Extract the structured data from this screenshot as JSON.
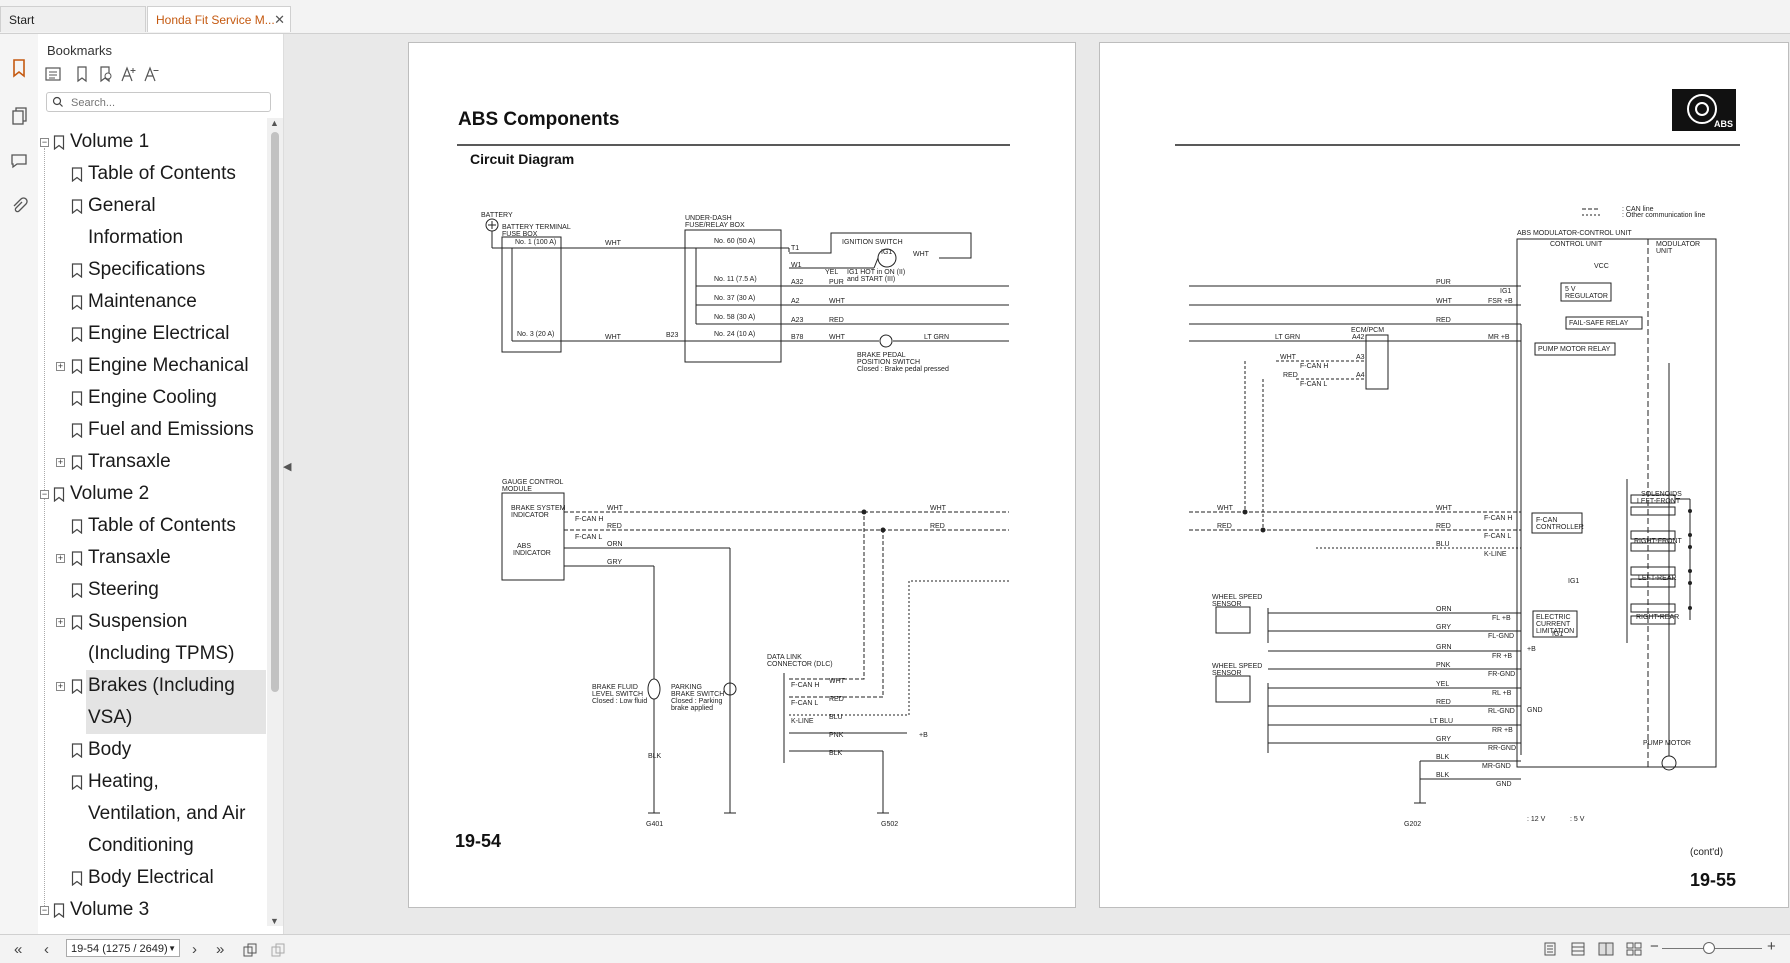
{
  "tabs": [
    {
      "label": "Start"
    },
    {
      "label": "Honda Fit Service M..."
    }
  ],
  "bookmarks": {
    "title": "Bookmarks",
    "search_placeholder": "Search...",
    "tree": [
      {
        "label": "Volume 1",
        "level": 0,
        "expander": "-"
      },
      {
        "label": "Table of Contents",
        "level": 1,
        "expander": ""
      },
      {
        "label": "General",
        "level": 1,
        "expander": ""
      },
      {
        "label": "Information",
        "level": 1,
        "continuation": true
      },
      {
        "label": "Specifications",
        "level": 1,
        "expander": ""
      },
      {
        "label": "Maintenance",
        "level": 1,
        "expander": ""
      },
      {
        "label": "Engine Electrical",
        "level": 1,
        "expander": ""
      },
      {
        "label": "Engine Mechanical",
        "level": 1,
        "expander": "+"
      },
      {
        "label": "Engine Cooling",
        "level": 1,
        "expander": ""
      },
      {
        "label": "Fuel and Emissions",
        "level": 1,
        "expander": ""
      },
      {
        "label": "Transaxle",
        "level": 1,
        "expander": "+"
      },
      {
        "label": "Volume 2",
        "level": 0,
        "expander": "-"
      },
      {
        "label": "Table of Contents",
        "level": 1,
        "expander": ""
      },
      {
        "label": "Transaxle",
        "level": 1,
        "expander": "+"
      },
      {
        "label": "Steering",
        "level": 1,
        "expander": ""
      },
      {
        "label": "Suspension",
        "level": 1,
        "expander": "+"
      },
      {
        "label": "(Including TPMS)",
        "level": 1,
        "continuation": true
      },
      {
        "label": "Brakes (Including",
        "level": 1,
        "expander": "+",
        "selected": true
      },
      {
        "label": "VSA)",
        "level": 1,
        "continuation": true,
        "selected": true
      },
      {
        "label": "Body",
        "level": 1,
        "expander": ""
      },
      {
        "label": "Heating,",
        "level": 1,
        "expander": ""
      },
      {
        "label": "Ventilation, and Air",
        "level": 1,
        "continuation": true
      },
      {
        "label": " Conditioning",
        "level": 1,
        "continuation": true
      },
      {
        "label": "Body Electrical",
        "level": 1,
        "expander": ""
      },
      {
        "label": "Volume 3",
        "level": 0,
        "expander": "-"
      }
    ]
  },
  "left_page": {
    "title": "ABS Components",
    "subtitle": "Circuit Diagram",
    "page_number": "19-54",
    "labels": {
      "battery": "BATTERY",
      "btfb1": "BATTERY TERMINAL",
      "btfb2": "FUSE BOX",
      "no1": "No. 1 (100 A)",
      "no3": "No. 3 (20 A)",
      "udrb1": "UNDER-DASH",
      "udrb2": "FUSE/RELAY BOX",
      "no60": "No. 60 (50 A)",
      "no11": "No. 11 (7.5 A)",
      "no37": "No. 37 (30 A)",
      "no58": "No. 58 (30 A)",
      "no24": "No. 24 (10 A)",
      "t1": "T1",
      "w1": "W1",
      "a32": "A32",
      "a2": "A2",
      "a23": "A23",
      "b78": "B78",
      "b23": "B23",
      "ign": "IGNITION SWITCH",
      "ig1": "IG1",
      "ign_note1": "IG1 HOT in ON (II)",
      "ign_note2": "and START (III)",
      "wht": "WHT",
      "yel": "YEL",
      "pur": "PUR",
      "red": "RED",
      "ltgrn": "LT GRN",
      "orn": "ORN",
      "gry": "GRY",
      "blu": "BLU",
      "pnk": "PNK",
      "blk": "BLK",
      "bpps1": "BRAKE PEDAL",
      "bpps2": "POSITION SWITCH",
      "bpps3": "Closed : Brake pedal pressed",
      "gcm1": "GAUGE CONTROL",
      "gcm2": "MODULE",
      "bsi1": "BRAKE SYSTEM",
      "bsi2": "INDICATOR",
      "absi1": "ABS",
      "absi2": "INDICATOR",
      "fcanh": "F-CAN H",
      "fcanl": "F-CAN L",
      "kline": "K-LINE",
      "bfls1": "BRAKE FLUID",
      "bfls2": "LEVEL SWITCH",
      "bfls3": "Closed : Low fluid",
      "pbs1": "PARKING",
      "pbs2": "BRAKE SWITCH",
      "pbs3": "Closed : Parking",
      "pbs4": "brake applied",
      "dlc1": "DATA LINK",
      "dlc2": "CONNECTOR (DLC)",
      "g401": "G401",
      "g502": "G502",
      "plusb": "+B"
    }
  },
  "right_page": {
    "page_number": "19-55",
    "contd": "(cont'd)",
    "logo_text": "ABS",
    "labels": {
      "canline": ": CAN line",
      "othercomm": ": Other communication line",
      "abs_mcu": "ABS MODULATOR-CONTROL UNIT",
      "cu": "CONTROL UNIT",
      "mu1": "MODULATOR",
      "mu2": "UNIT",
      "vcc": "VCC",
      "reg1": "5 V",
      "reg2": "REGULATOR",
      "fsr": "FAIL-SAFE RELAY",
      "pmr": "PUMP MOTOR RELAY",
      "ecm": "ECM/PCM",
      "a42": "A42",
      "a3": "A3",
      "a4": "A4",
      "fcanh": "F-CAN H",
      "fcanl": "F-CAN L",
      "fcanc1": "F-CAN",
      "fcanc2": "CONTROLLER",
      "ecl1": "ELECTRIC",
      "ecl2": "CURRENT",
      "ecl3": "LIMITATION",
      "wss1": "WHEEL SPEED",
      "wss2": "SENSOR",
      "gnd": "GND",
      "pump": "PUMP MOTOR",
      "g202": "G202",
      "sol1": "SOLENOIDS",
      "sol2": "LEFT-FRONT",
      "rf": "RIGHT-FRONT",
      "lr": "LEFT-REAR",
      "rr": "RIGHT-REAR",
      "legend12": ": 12 V",
      "legend5": ": 5 V",
      "ig1": "IG1",
      "plusb": "+B",
      "pur": "PUR",
      "wht": "WHT",
      "red": "RED",
      "ltgrn": "LT GRN",
      "blu": "BLU",
      "orn": "ORN",
      "gry": "GRY",
      "grn": "GRN",
      "pnk": "PNK",
      "yel": "YEL",
      "ltblu": "LT BLU",
      "blk": "BLK",
      "fsrb": "FSR +B",
      "mrb": "MR +B",
      "ig1t": "IG1",
      "kline": "K-LINE",
      "flb": "FL +B",
      "flgnd": "FL-GND",
      "frb": "FR +B",
      "frgnd": "FR-GND",
      "rlb": "RL +B",
      "rlgnd": "RL-GND",
      "rrb": "RR +B",
      "rrgnd": "RR-GND",
      "mrgnd": "MR-GND",
      "gndt": "GND"
    }
  },
  "statusbar": {
    "page_field": "19-54 (1275 / 2649)"
  },
  "colors": {
    "active_tab_text": "#c55a11",
    "selected_row": "#e4e4e4"
  }
}
